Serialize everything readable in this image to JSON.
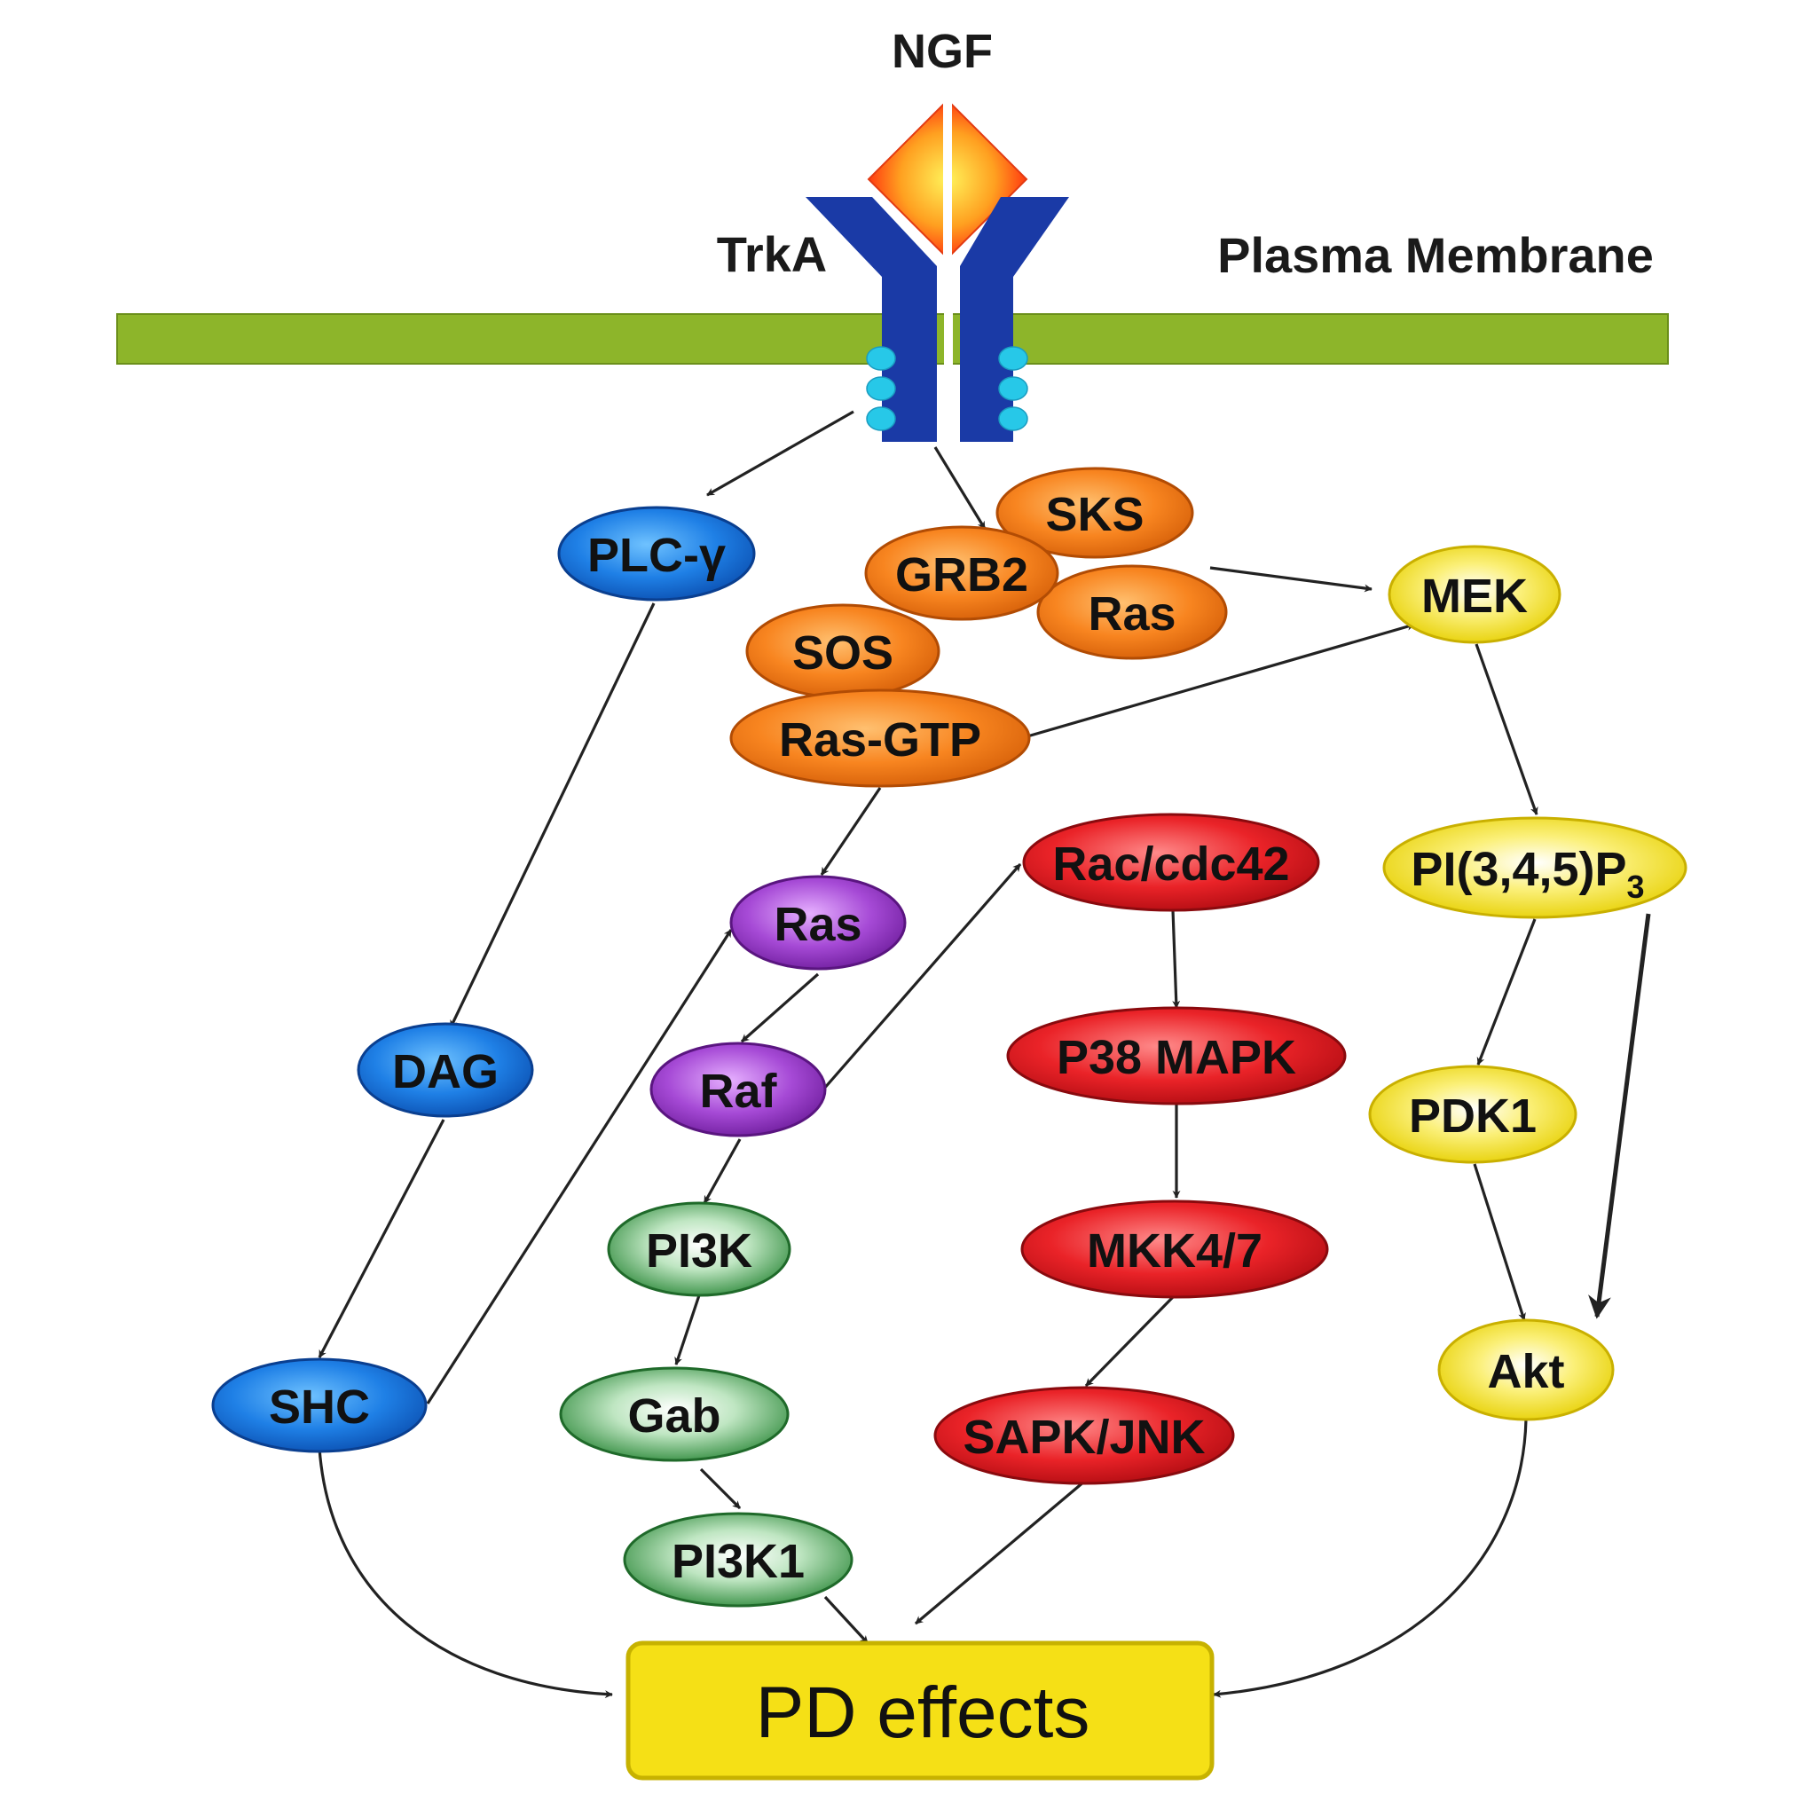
{
  "ligand": {
    "label": "NGF"
  },
  "receptor": {
    "label": "TrkA"
  },
  "membrane": {
    "label": "Plasma Membrane"
  },
  "nodes": {
    "plc_gamma": "PLC-γ",
    "dag": "DAG",
    "shc": "SHC",
    "sks": "SKS",
    "grb2": "GRB2",
    "ras_top": "Ras",
    "sos": "SOS",
    "ras_gtp": "Ras-GTP",
    "ras_mid": "Ras",
    "raf": "Raf",
    "pi3k": "PI3K",
    "gab": "Gab",
    "pi3k1": "PI3K1",
    "rac_cdc42": "Rac/cdc42",
    "p38_mapk": "P38 MAPK",
    "mkk47": "MKK4/7",
    "sapk_jnk": "SAPK/JNK",
    "mek": "MEK",
    "pip3_main": "PI(3,4,5)P",
    "pip3_sub": "3",
    "pdk1": "PDK1",
    "akt": "Akt"
  },
  "output": {
    "label": "PD effects"
  },
  "colors": {
    "membrane": "#8db52a",
    "receptor": "#1a3aa6",
    "phospho_sites": "#27c8e8",
    "blue_group": "#1a72d8",
    "orange_group": "#f07a18",
    "purple_group": "#9a3cc4",
    "green_group": "#3a9a48",
    "red_group": "#e21c24",
    "yellow_group": "#f2dc10",
    "pd_box": "#f5e016"
  }
}
